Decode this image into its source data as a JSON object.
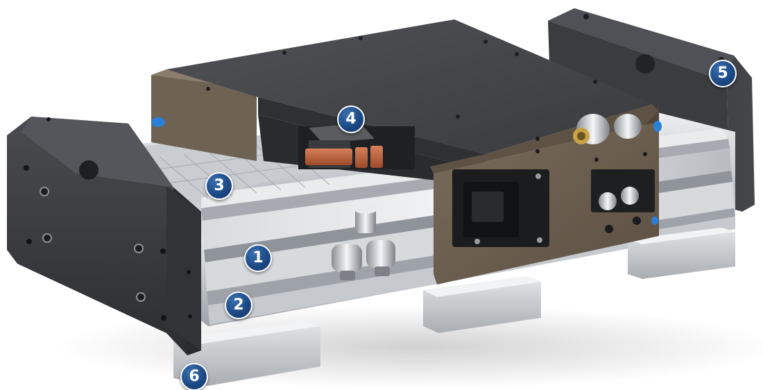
{
  "markers": [
    {
      "label": "1"
    },
    {
      "label": "2"
    },
    {
      "label": "3"
    },
    {
      "label": "4"
    },
    {
      "label": "5"
    },
    {
      "label": "6"
    }
  ],
  "colors": {
    "marker_fill": "#1c4a86",
    "marker_border": "#ffffff",
    "anodized_dark": "#3a3b3e",
    "bronze_plate": "#6b5e4f",
    "aluminum": "#c9ccd1",
    "copper_coils": "#c0653e"
  }
}
